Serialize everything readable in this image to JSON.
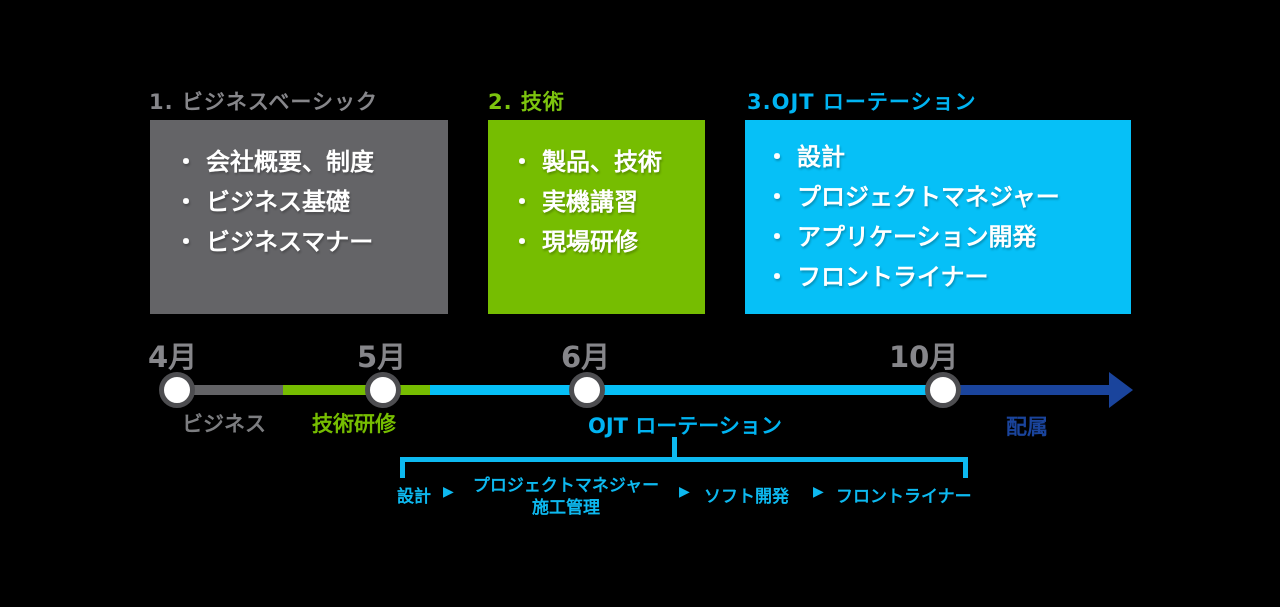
{
  "glyphs": {
    "bullet": "・",
    "separator": "▶"
  },
  "colors": {
    "background": "#000000",
    "gray_box": "#646467",
    "gray_text": "#86868a",
    "green": "#76bd01",
    "green_title": "#7cc40e",
    "cyan_box": "#06c0f7",
    "cyan_text": "#00b4f2",
    "bracket_cyan": "#0db9f0",
    "dark_blue": "#1a449c",
    "dot_border": "#4d4d50",
    "white": "#ffffff"
  },
  "boxes": [
    {
      "title": "1. ビジネスベーシック",
      "items": [
        "会社概要、制度",
        "ビジネス基礎",
        "ビジネスマナー"
      ]
    },
    {
      "title": "2. 技術",
      "items": [
        "製品、技術",
        "実機講習",
        "現場研修"
      ]
    },
    {
      "title": "3.OJT ローテーション",
      "items": [
        "設計",
        "プロジェクトマネジャー",
        "アプリケーション開発",
        "フロントライナー"
      ]
    }
  ],
  "timeline": {
    "months": [
      "4月",
      "5月",
      "6月",
      "10月"
    ],
    "phase_labels": [
      "ビジネス",
      "技術研修",
      "OJT ローテーション",
      "配属"
    ]
  },
  "rotation": {
    "steps": [
      {
        "label": "設計"
      },
      {
        "label": "プロジェクトマネジャー",
        "sublabel": "施工管理"
      },
      {
        "label": "ソフト開発"
      },
      {
        "label": "フロントライナー"
      }
    ]
  }
}
